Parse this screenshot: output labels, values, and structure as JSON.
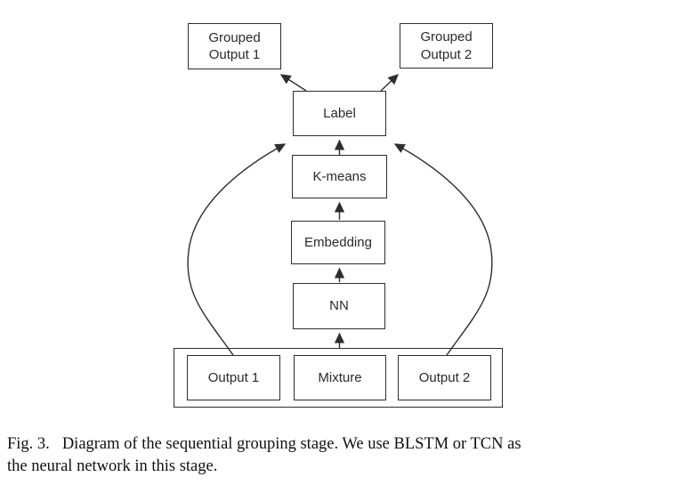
{
  "figure": {
    "nodes": {
      "grouped_output_1": "Grouped Output 1",
      "grouped_output_2": "Grouped Output 2",
      "label": "Label",
      "k_means": "K-means",
      "embedding": "Embedding",
      "nn": "NN",
      "output_1": "Output 1",
      "mixture": "Mixture",
      "output_2": "Output 2"
    },
    "edges": [
      "Label -> Grouped Output 1",
      "Label -> Grouped Output 2",
      "K-means -> Label",
      "Embedding -> K-means",
      "NN -> Embedding",
      "Mixture -> NN",
      "Output 1 -> Label",
      "Output 2 -> Label"
    ],
    "colors": {
      "line": "#2e2e2e",
      "text": "#2a2a2a",
      "background": "#ffffff"
    },
    "caption": {
      "fig_label": "Fig. 3.",
      "line1": "Diagram of the sequential grouping stage. We use BLSTM or TCN as",
      "line2": "the neural network in this stage."
    }
  }
}
